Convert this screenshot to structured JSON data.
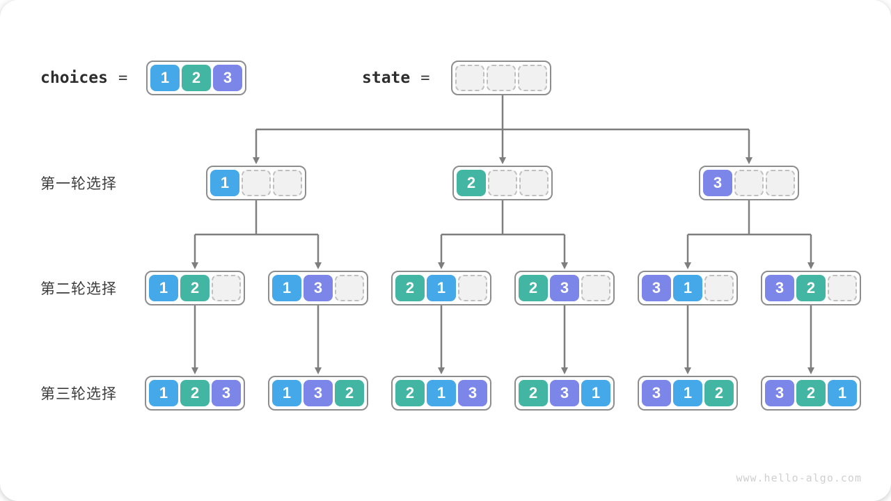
{
  "watermark": "www.hello-algo.com",
  "colors": {
    "c1": "#45a8e8",
    "c2": "#43b5a3",
    "c3": "#7b86e8",
    "empty_cell_bg": "#f1f1f1",
    "empty_cell_border": "#bfbfbf",
    "box_border": "#8d8d8d",
    "arrow": "#7e7e7e",
    "label_text": "#3c3c3c",
    "watermark_text": "#cfcfcf"
  },
  "header": {
    "choices": {
      "label": "choices",
      "equals": "=",
      "values": [
        1,
        2,
        3
      ]
    },
    "state": {
      "label": "state",
      "equals": "=",
      "values": [
        null,
        null,
        null
      ]
    }
  },
  "tree": {
    "rows": [
      {
        "label": "第一轮选择",
        "parents": [
          "root",
          "root",
          "root"
        ],
        "nodes": [
          [
            1,
            null,
            null
          ],
          [
            2,
            null,
            null
          ],
          [
            3,
            null,
            null
          ]
        ]
      },
      {
        "label": "第二轮选择",
        "parents": [
          0,
          0,
          1,
          1,
          2,
          2
        ],
        "nodes": [
          [
            1,
            2,
            null
          ],
          [
            1,
            3,
            null
          ],
          [
            2,
            1,
            null
          ],
          [
            2,
            3,
            null
          ],
          [
            3,
            1,
            null
          ],
          [
            3,
            2,
            null
          ]
        ]
      },
      {
        "label": "第三轮选择",
        "parents": [
          0,
          1,
          2,
          3,
          4,
          5
        ],
        "nodes": [
          [
            1,
            2,
            3
          ],
          [
            1,
            3,
            2
          ],
          [
            2,
            1,
            3
          ],
          [
            2,
            3,
            1
          ],
          [
            3,
            1,
            2
          ],
          [
            3,
            2,
            1
          ]
        ]
      }
    ]
  }
}
